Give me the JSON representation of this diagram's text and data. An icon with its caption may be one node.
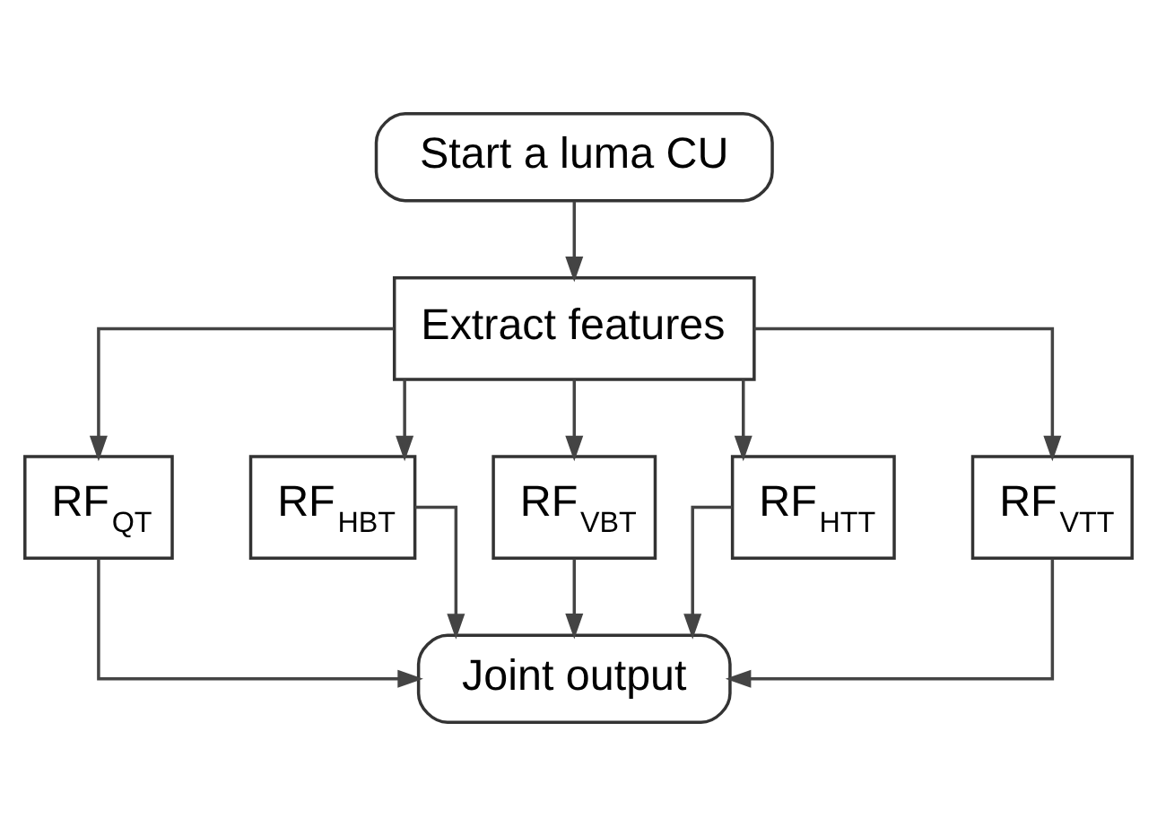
{
  "diagram": {
    "nodes": [
      {
        "text": [
          "Start a luma CU"
        ]
      },
      {
        "text": [
          "Extract features"
        ]
      },
      {
        "text": [
          "RF$_{QT}$"
        ]
      },
      {
        "text": [
          "RF$_{HBT}$"
        ]
      },
      {
        "text": [
          "RF$_{VBT}$"
        ]
      },
      {
        "text": [
          "RF$_{HTT}$"
        ]
      },
      {
        "text": [
          "RF$_{VTT}$"
        ]
      },
      {
        "text": [
          "Joint output"
        ]
      }
    ],
    "edges": [
      {
        "from": 0,
        "to": 1,
        "arrow": "to"
      },
      {
        "from": 1,
        "to": 2,
        "arrow": "to"
      },
      {
        "from": 1,
        "to": 3,
        "arrow": "to"
      },
      {
        "from": 1,
        "to": 4,
        "arrow": "to"
      },
      {
        "from": 1,
        "to": 5,
        "arrow": "to"
      },
      {
        "from": 1,
        "to": 6,
        "arrow": "to"
      },
      {
        "from": 2,
        "to": 7,
        "arrow": "to"
      },
      {
        "from": 3,
        "to": 7,
        "arrow": "to"
      },
      {
        "from": 4,
        "to": 7,
        "arrow": "to"
      },
      {
        "from": 5,
        "to": 7,
        "arrow": "to"
      },
      {
        "from": 6,
        "to": 7,
        "arrow": "to"
      }
    ]
  }
}
